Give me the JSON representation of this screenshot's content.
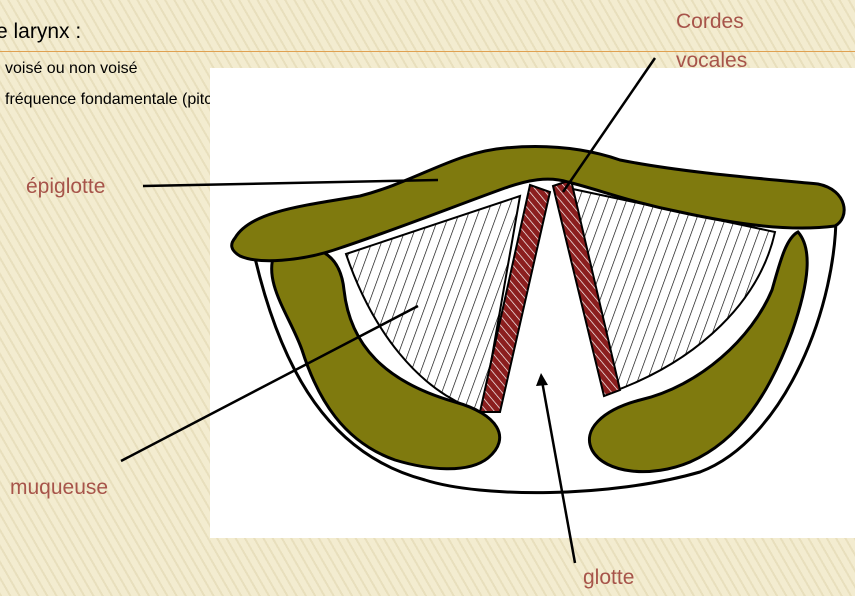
{
  "heading": "e larynx :",
  "bullets": [
    "voisé ou non voisé",
    "fréquence fondamentale (pitch)"
  ],
  "labels": {
    "cordes_line1": "Cordes",
    "cordes_line2": "vocales",
    "epiglotte": "épiglotte",
    "muqueuse": "muqueuse",
    "glotte": "glotte"
  },
  "colors": {
    "background": "#f3ecd0",
    "accent_rule": "#e0a050",
    "label_text": "#a7544a",
    "cartilage": "#7f7a0e",
    "vocal_cords": "#8b1e1e"
  }
}
